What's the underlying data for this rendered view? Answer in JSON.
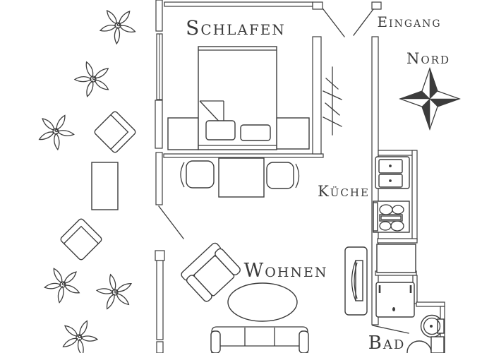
{
  "title": "apartment floor plan",
  "labels": {
    "bedroom": "Schlafen",
    "entrance": "Eingang",
    "north": "Nord",
    "kitchen": "Küche",
    "living_room": "Wohnen",
    "bathroom": "Bad"
  },
  "colors": {
    "line": "#3c3c3c",
    "text": "#3a3a3a",
    "bg": "#ffffff"
  },
  "symbols": [
    "double-bed",
    "pillow",
    "nightstand",
    "dining-table",
    "dining-chair",
    "armchair",
    "oval-coffee-table",
    "three-seat-sofa",
    "tv-unit",
    "double-sink",
    "four-burner-stove",
    "kitchen-fixture",
    "shower-tray",
    "round-washbasin",
    "toilet",
    "entrance-double-door",
    "door-swing",
    "stair-hatch",
    "compass-rose",
    "garden-flower",
    "lounge-chair",
    "garden-table"
  ]
}
